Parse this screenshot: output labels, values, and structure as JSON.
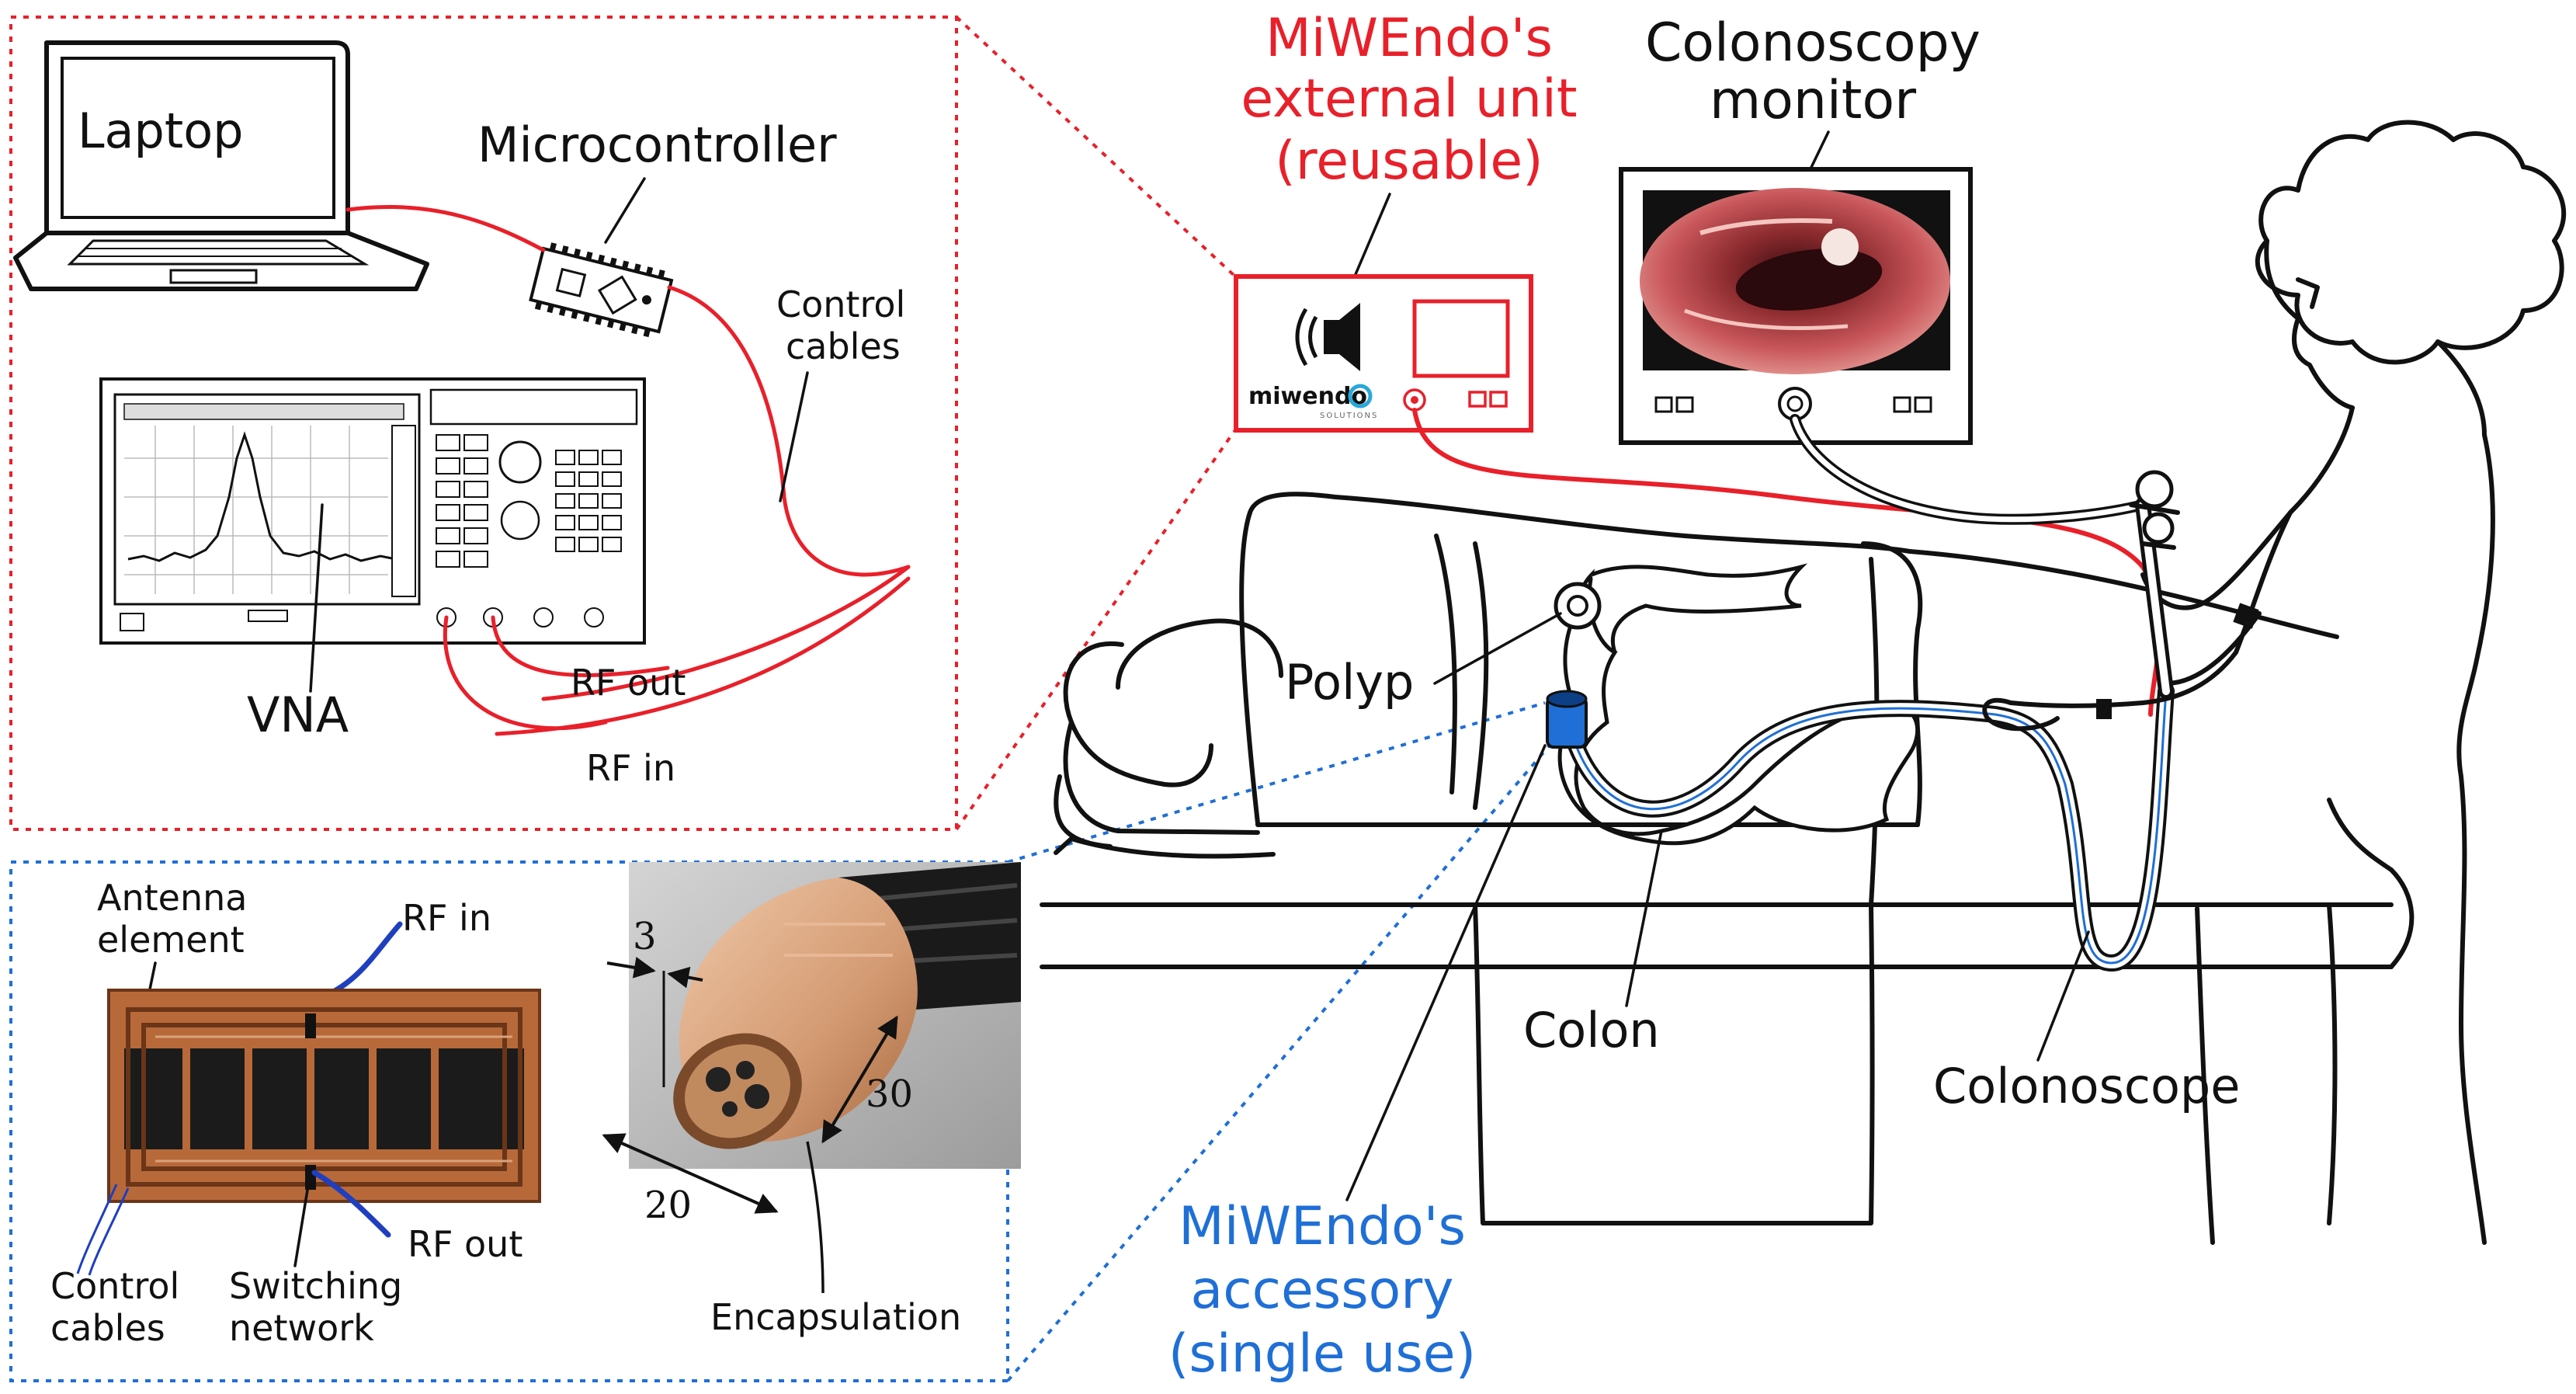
{
  "colors": {
    "red_accent": "#e8202a",
    "blue_accent": "#1f6fd6",
    "outline": "#111111",
    "pcb_copper": "#b8693a",
    "antenna_black": "#1b1b1b",
    "capsule_orange": "#d9a27a"
  },
  "labels": {
    "laptop": "Laptop",
    "microcontroller": "Microcontroller",
    "control_cables_top_l1": "Control",
    "control_cables_top_l2": "cables",
    "vna": "VNA",
    "rf_out_top": "RF out",
    "rf_in_top": "RF in",
    "external_unit_l1": "MiWEndo's",
    "external_unit_l2": "external unit",
    "external_unit_l3": "(reusable)",
    "monitor_l1": "Colonoscopy",
    "monitor_l2": "monitor",
    "polyp": "Polyp",
    "colon": "Colon",
    "colonoscope": "Colonoscope",
    "accessory_l1": "MiWEndo's",
    "accessory_l2": "accessory",
    "accessory_l3": "(single use)",
    "antenna_element_l1": "Antenna",
    "antenna_element_l2": "element",
    "rf_in_bottom": "RF in",
    "rf_out_bottom": "RF out",
    "control_cables_bottom_l1": "Control",
    "control_cables_bottom_l2": "cables",
    "switching_network_l1": "Switching",
    "switching_network_l2": "network",
    "encapsulation": "Encapsulation",
    "dim_3": "3",
    "dim_30": "30",
    "dim_20": "20"
  },
  "logo": {
    "text": "miwendo",
    "subtext": "SOLUTIONS"
  }
}
